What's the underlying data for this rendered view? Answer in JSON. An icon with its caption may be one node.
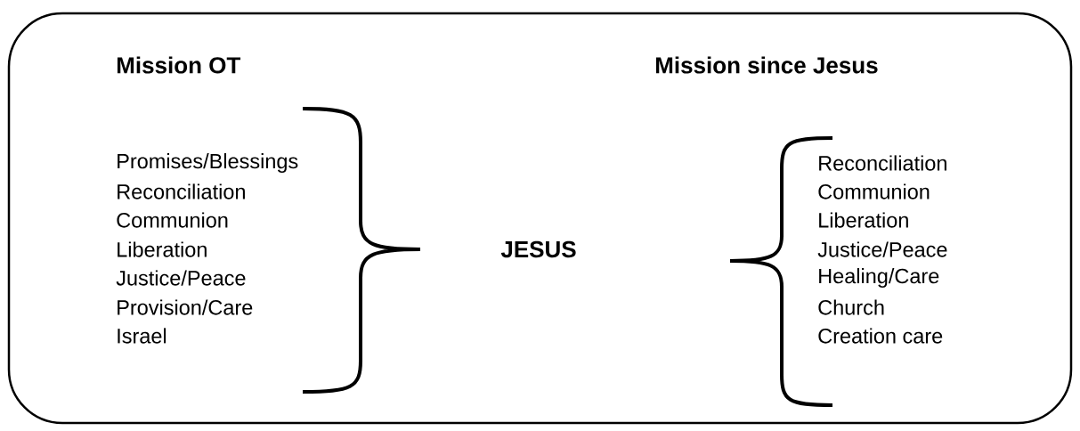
{
  "diagram": {
    "labels": [
      "Mission OT",
      "Mission since Jesus",
      "Promises/Blessings",
      "Reconciliation",
      "Communion",
      "Liberation",
      "Justice/Peace",
      "Provision/Care",
      "Israel",
      "JESUS",
      "Reconciliation",
      "Communion",
      "Liberation",
      "Justice/Peace",
      "Healing/Care",
      "Church",
      "Creation care"
    ]
  }
}
